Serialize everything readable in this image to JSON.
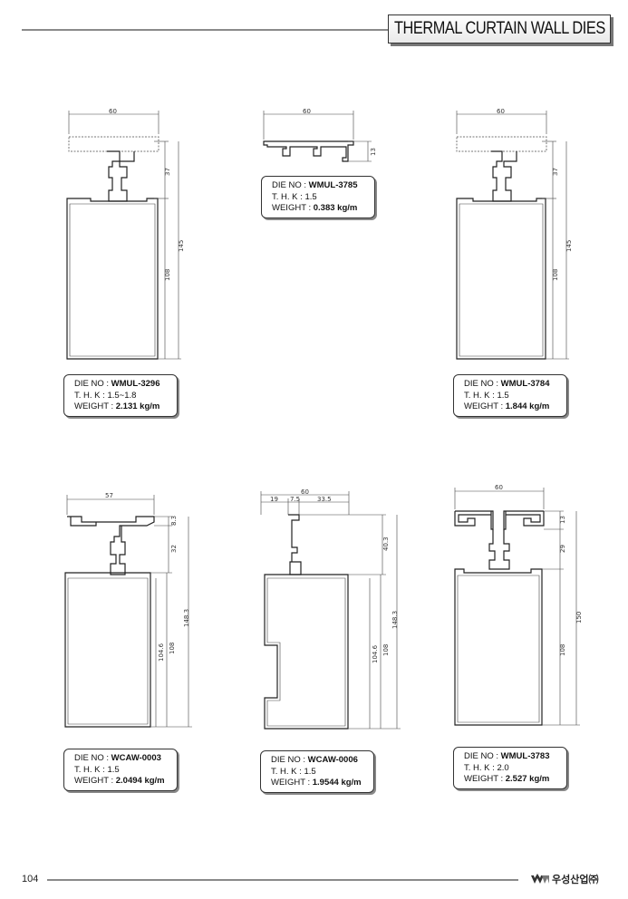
{
  "header": {
    "title": "THERMAL CURTAIN WALL DIES"
  },
  "dies": [
    {
      "die_no_label": "DIE NO :",
      "die_no": "WMUL-3296",
      "thk_label": "T. H. K :",
      "thk": "1.5~1.8",
      "weight_label": "WEIGHT :",
      "weight": "2.131 kg/m",
      "dims": {
        "width": "60",
        "top": "37",
        "body": "108",
        "total": "145"
      }
    },
    {
      "die_no_label": "DIE NO :",
      "die_no": "WMUL-3785",
      "thk_label": "T. H. K :",
      "thk": "1.5",
      "weight_label": "WEIGHT :",
      "weight": "0.383 kg/m",
      "dims": {
        "width": "60",
        "height": "13"
      }
    },
    {
      "die_no_label": "DIE NO :",
      "die_no": "WMUL-3784",
      "thk_label": "T. H. K :",
      "thk": "1.5",
      "weight_label": "WEIGHT :",
      "weight": "1.844 kg/m",
      "dims": {
        "width": "60",
        "top": "37",
        "body": "108",
        "total": "145"
      }
    },
    {
      "die_no_label": "DIE NO :",
      "die_no": "WCAW-0003",
      "thk_label": "T. H. K :",
      "thk": "1.5",
      "weight_label": "WEIGHT :",
      "weight": "2.0494 kg/m",
      "dims": {
        "width": "57",
        "top": "8.3",
        "mid": "32",
        "inner": "104.6",
        "body": "108",
        "total": "148.3"
      }
    },
    {
      "die_no_label": "DIE NO :",
      "die_no": "WCAW-0006",
      "thk_label": "T. H. K :",
      "thk": "1.5",
      "weight_label": "WEIGHT :",
      "weight": "1.9544 kg/m",
      "dims": {
        "width": "60",
        "w1": "19",
        "w2": "7.5",
        "w3": "33.5",
        "top": "40.3",
        "inner": "104.6",
        "body": "108",
        "total": "148.3"
      }
    },
    {
      "die_no_label": "DIE NO :",
      "die_no": "WMUL-3783",
      "thk_label": "T. H. K :",
      "thk": "2.0",
      "weight_label": "WEIGHT :",
      "weight": "2.527 kg/m",
      "dims": {
        "width": "60",
        "top": "13",
        "mid": "29",
        "body": "108",
        "total": "150"
      }
    }
  ],
  "footer": {
    "page_number": "104",
    "company": "우성산업㈜"
  }
}
